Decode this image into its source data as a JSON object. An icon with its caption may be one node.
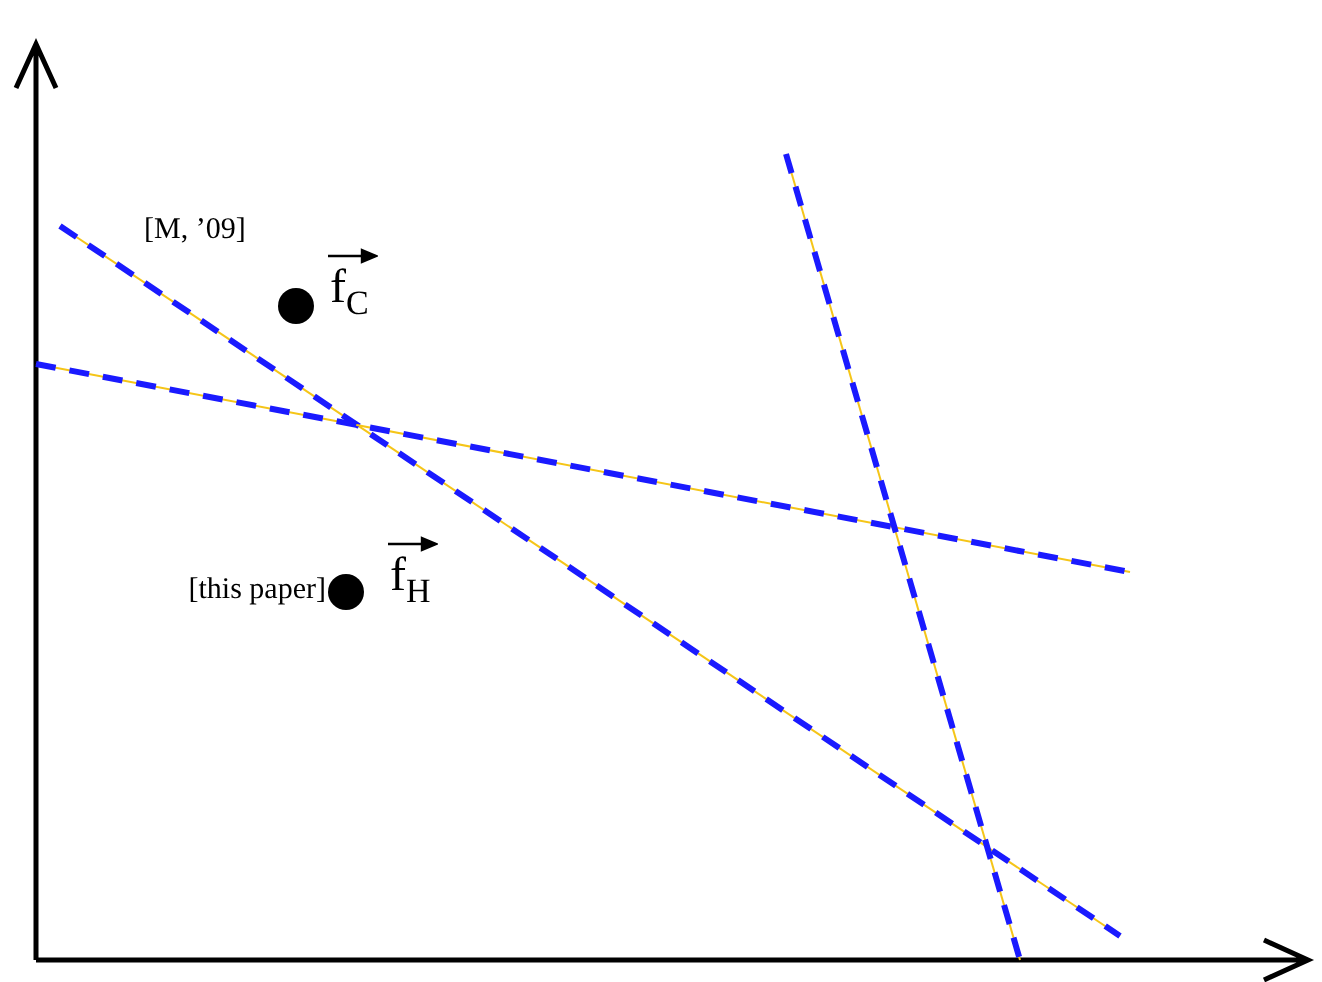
{
  "diagram": {
    "nodes": [
      {
        "text": [],
        "shape": "circle",
        "beside": [
          "[M, ’09]",
          "f$_{C}$"
        ]
      },
      {
        "text": [],
        "shape": "circle",
        "beside": [
          "[this paper]",
          "f$_{H}$"
        ]
      }
    ]
  }
}
